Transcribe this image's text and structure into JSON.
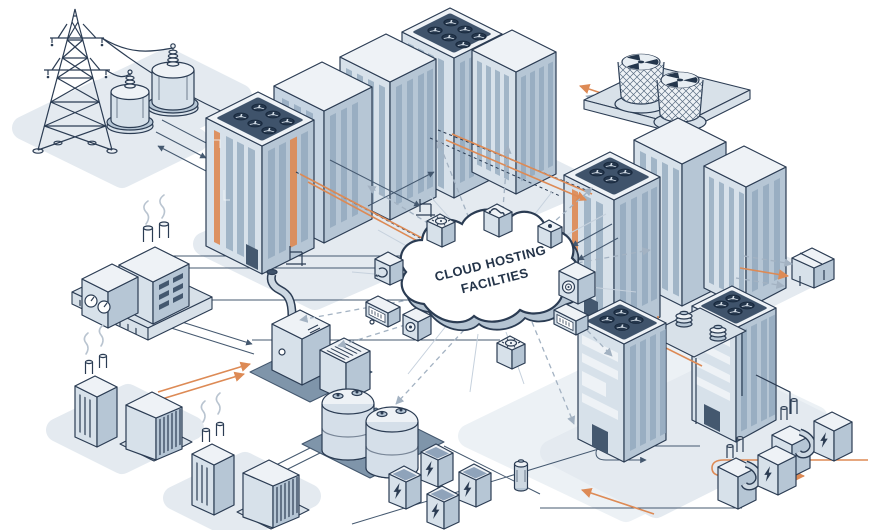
{
  "cloud": {
    "line1": "CLOUD HOSTING",
    "line2": "FACILTIES"
  },
  "colors": {
    "outline": "#2b3c53",
    "fill-top": "#eef2f6",
    "fill-left": "#d7e1ea",
    "fill-right": "#b6c6d5",
    "panel-dark": "#3f536b",
    "platform-light": "#e4eaf0",
    "platform-mid": "#d8e1e9",
    "platform-dark": "#7f95aa",
    "accent-orange": "#dd8a55",
    "arrow-gray": "#a3b2c2",
    "ray": "#c6d1dd",
    "smoke": "#b9c4d0"
  },
  "components": [
    "transmission-tower",
    "grid-transformers",
    "primary-data-center-cluster",
    "cooling-towers",
    "secondary-data-center-cluster",
    "campus-data-center",
    "power-plant",
    "diesel-generator",
    "ups-battery-unit-a",
    "ups-battery-unit-b",
    "fuel-tanks",
    "battery-cells",
    "backup-generator-pairs",
    "monitoring-devices",
    "cloud-hosting-facilities"
  ],
  "icons": {
    "lightning": "bolt-glyph",
    "gear": "gear-glyph",
    "refresh": "curved-arrow-glyph",
    "camera-lens": "concentric-circles",
    "power-meter": "display-ticks",
    "fan": "rotor-blades"
  }
}
